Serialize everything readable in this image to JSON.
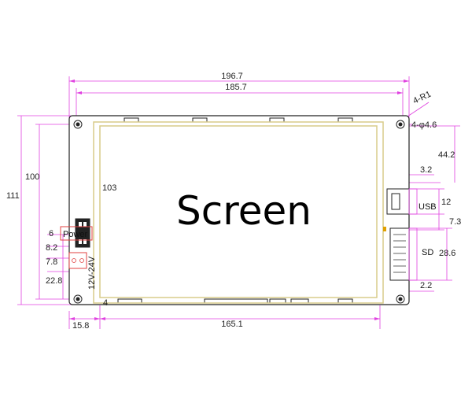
{
  "screen_label": "Screen",
  "dimensions": {
    "total_width": "196.7",
    "inner_width": "185.7",
    "corner_radius": "4-R1",
    "hole_dia": "4-φ4.6",
    "total_height": "111",
    "inner_height": "100",
    "screen_height": "103",
    "usb_top": "44.2",
    "usb_offset": "3.2",
    "usb_width": "12",
    "usb_gap": "7.3",
    "sd_width": "28.6",
    "sd_bottom": "2.2",
    "power_top": "6",
    "power_h1": "8.2",
    "power_h2": "7.8",
    "power_bottom": "22.8",
    "screen_bottom_gap": "4",
    "left_offset": "15.8",
    "screen_width": "165.1"
  },
  "labels": {
    "usb": "USB",
    "sd": "SD",
    "power": "Power",
    "voltage": "12V-24V"
  },
  "colors": {
    "dimension_line": "#e040e0",
    "power_box": "#e04040",
    "screen_outline": "#d8cc8a",
    "board_outline": "#222222"
  }
}
